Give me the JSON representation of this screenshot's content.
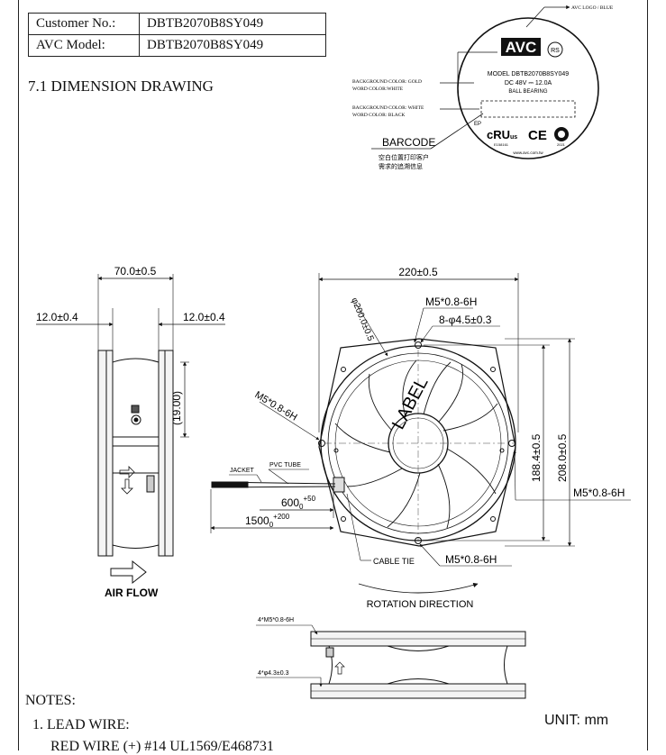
{
  "header": {
    "customer_label": "Customer No.:",
    "customer_value": "DBTB2070B8SY049",
    "model_label": "AVC Model:",
    "model_value": "DBTB2070B8SY049"
  },
  "section_title": "7.1 DIMENSION DRAWING",
  "label": {
    "logo_note": "AVC LOGO / BLUE",
    "logo": "AVC",
    "rs": "RS",
    "model_line": "MODEL  DBTB2070B8SY049",
    "rating_line": "DC  48V ⎓ 12.0A",
    "bearing_line": "BALL  BEARING",
    "ep": "EP",
    "ul_mark": "cRU us",
    "ce_mark": "CE",
    "cert_num": "E158161",
    "date_code": "2021",
    "website": "www.avc.com.tw",
    "bg_gold_1": "BACKGROUND COLOR: GOLD",
    "bg_gold_2": "WORD COLOR:WHITE",
    "bg_white_1": "BACKGROUND COLOR: WHITE",
    "bg_white_2": "WORD COLOR: BLACK",
    "barcode": "BARCODE",
    "barcode_cn1": "空白位置打印客户",
    "barcode_cn2": "需求的追溯信息"
  },
  "side_view": {
    "depth": "70.0±0.5",
    "flange_left": "12.0±0.4",
    "flange_right": "12.0±0.4",
    "hub": "(19.00)",
    "air_flow": "AIR FLOW"
  },
  "front_view": {
    "width": "220±0.5",
    "diameter": "φ200.0±0.5",
    "thread_top": "M5*0.8-6H",
    "holes": "8-φ4.5±0.3",
    "thread_left": "M5*0.8-6H",
    "hole_span": "188.4±0.5",
    "height": "208.0±0.5",
    "thread_right": "M5*0.8-6H",
    "thread_bottom": "M5*0.8-6H",
    "cable_tie": "CABLE TIE",
    "jacket": "JACKET",
    "pvc_tube": "PVC TUBE",
    "lead_600": "600",
    "lead_600_tol": "+50",
    "lead_1500": "1500",
    "lead_1500_tol": "+200",
    "tol_zero": "0",
    "hub_label": "LABEL",
    "rotation": "ROTATION DIRECTION"
  },
  "bottom_view": {
    "thread": "4*M5*0.8-6H",
    "holes": "4*φ4.3±0.3"
  },
  "notes": {
    "title": "NOTES:",
    "item1": "1. LEAD WIRE:",
    "red_wire": "RED WIRE    (+)      #14    UL1569/E468731",
    "unit": "UNIT:  mm"
  }
}
